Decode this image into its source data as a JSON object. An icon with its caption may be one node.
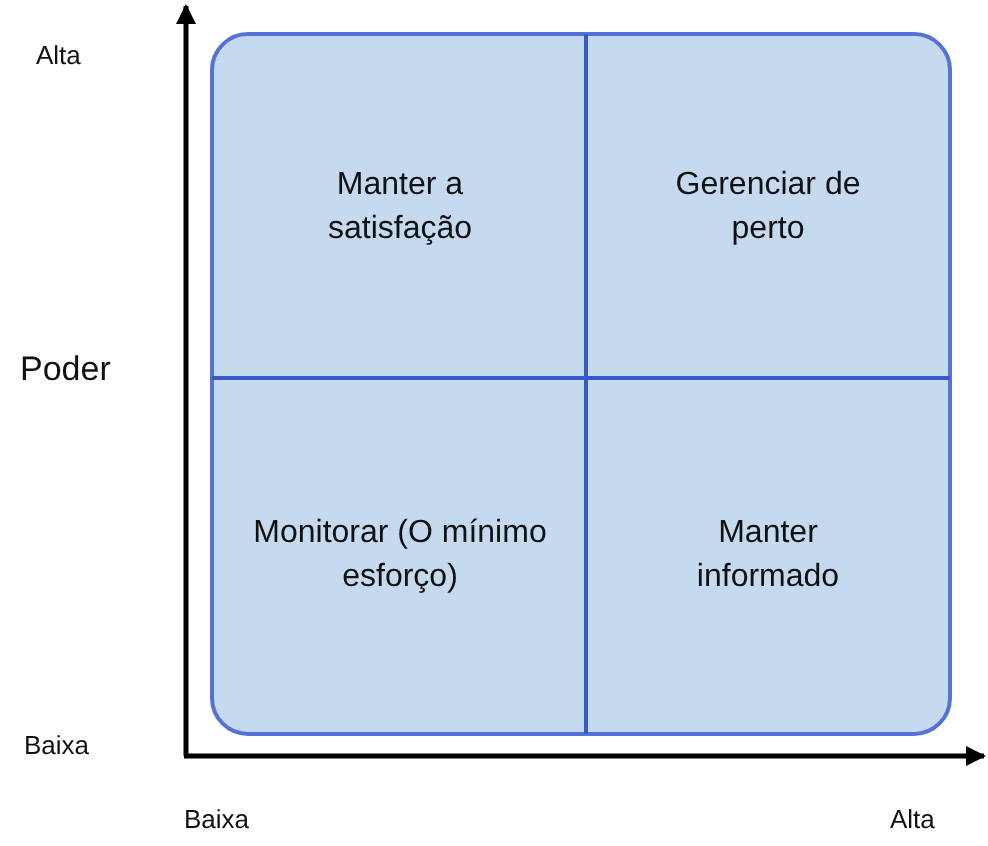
{
  "diagram": {
    "nodes": [
      {
        "text": [
          "Manter a satisfação"
        ]
      },
      {
        "text": [
          "Gerenciar de perto"
        ]
      },
      {
        "text": [
          "Monitorar (O mínimo esforço)"
        ]
      },
      {
        "text": [
          "Manter informado"
        ]
      }
    ],
    "labels": [
      "Alta",
      "Poder",
      "Baixa",
      "Baixa",
      "Alta"
    ]
  }
}
